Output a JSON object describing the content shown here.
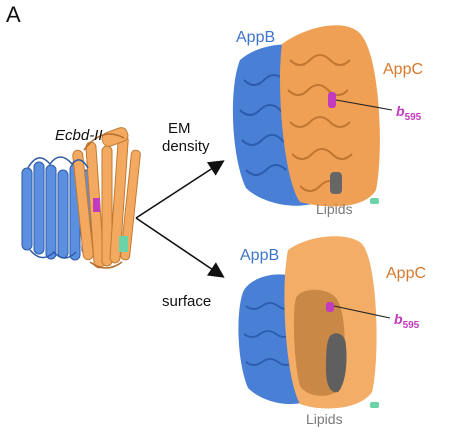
{
  "panel_label": "A",
  "overview": {
    "title": "Ecbd-II"
  },
  "arrows": {
    "upper_label_line1": "EM",
    "upper_label_line2": "density",
    "lower_label": "surface"
  },
  "em_map": {
    "subunit_b": "AppB",
    "subunit_c": "AppC",
    "heme_base": "b",
    "heme_sub": "595",
    "lipids": "Lipids"
  },
  "surface_map": {
    "subunit_b": "AppB",
    "subunit_c": "AppC",
    "heme_base": "b",
    "heme_sub": "595",
    "lipids": "Lipids"
  },
  "colors": {
    "appb": "#4a7fd6",
    "appc": "#f0a055",
    "heme": "#c23bbf",
    "lipid": "#555555",
    "accent_green": "#6ad3a8"
  }
}
